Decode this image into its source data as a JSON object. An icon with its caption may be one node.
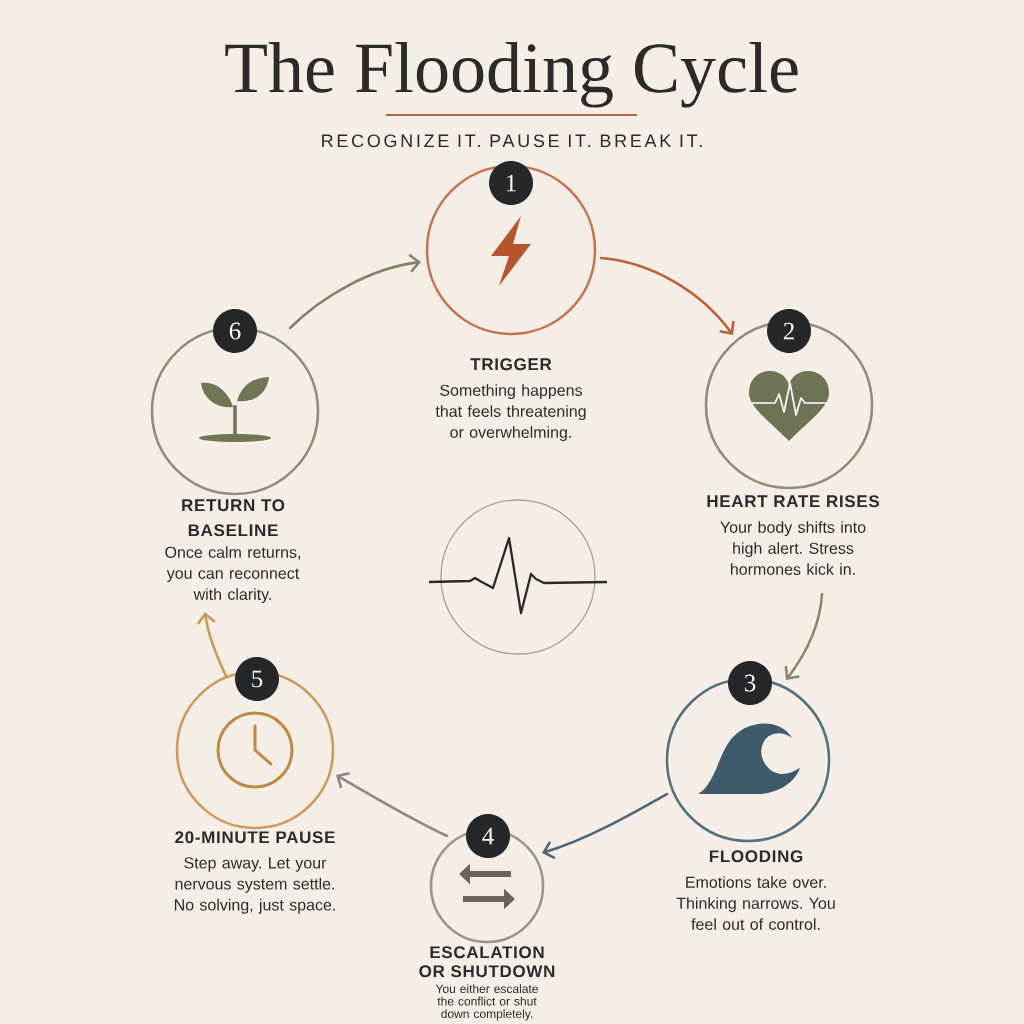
{
  "diagram": {
    "title": "The Flooding Cycle",
    "nodes": [
      {
        "text": [
          "1",
          "TRIGGER",
          "Something happens that feels threatening or overwhelming."
        ]
      },
      {
        "text": [
          "2",
          "HEART RATE RISES",
          "Your body shifts into high alert. Stress hormones kick in."
        ]
      },
      {
        "text": [
          "3",
          "FLOODING",
          "Emotions take over. Thinking narrows. You feel out of control."
        ]
      },
      {
        "text": [
          "4",
          "ESCALATION OR SHUTDOWN",
          "You either escalate the conflict or shut down completely."
        ]
      },
      {
        "text": [
          "5",
          "20-MINUTE PAUSE",
          "Step away. Let your nervous system settle. No solving, just space."
        ]
      },
      {
        "text": [
          "6",
          "RETURN TO BASELINE",
          "Once calm returns, you can reconnect with clarity."
        ]
      },
      {
        "text": [],
        "shape": "circle"
      }
    ],
    "edges": [
      {
        "from": 5,
        "to": 0,
        "arrow": "to",
        "color": "#7f8466"
      },
      {
        "from": 0,
        "to": 1,
        "arrow": "to",
        "color": "#b9623e"
      },
      {
        "from": 1,
        "to": 2,
        "arrow": "to",
        "color": "#8a876e"
      },
      {
        "from": 2,
        "to": 3,
        "arrow": "to",
        "color": "#4f6878"
      },
      {
        "from": 3,
        "to": 4,
        "arrow": "to",
        "color": "#8e8782"
      },
      {
        "from": 4,
        "to": 5,
        "arrow": "to",
        "color": "#c89a5f"
      }
    ],
    "labels": [
      "RECOGNIZE IT. PAUSE IT. BREAK IT."
    ]
  }
}
